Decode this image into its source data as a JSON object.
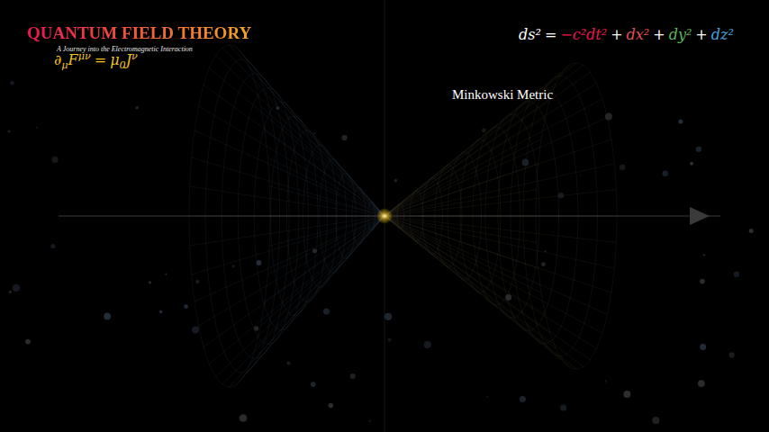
{
  "diagram": {
    "title": "QUANTUM FIELD THEORY",
    "labels": [
      "A Journey into the Electromagnetic Interaction",
      "∂",
      "μ",
      "F",
      "μν",
      "=",
      "μ",
      "0",
      "J",
      "ν",
      "ds²",
      "=",
      "−c²dt²",
      "+",
      "dx²",
      "+",
      "dy²",
      "+",
      "dz²",
      "Minkowski Metric"
    ]
  }
}
